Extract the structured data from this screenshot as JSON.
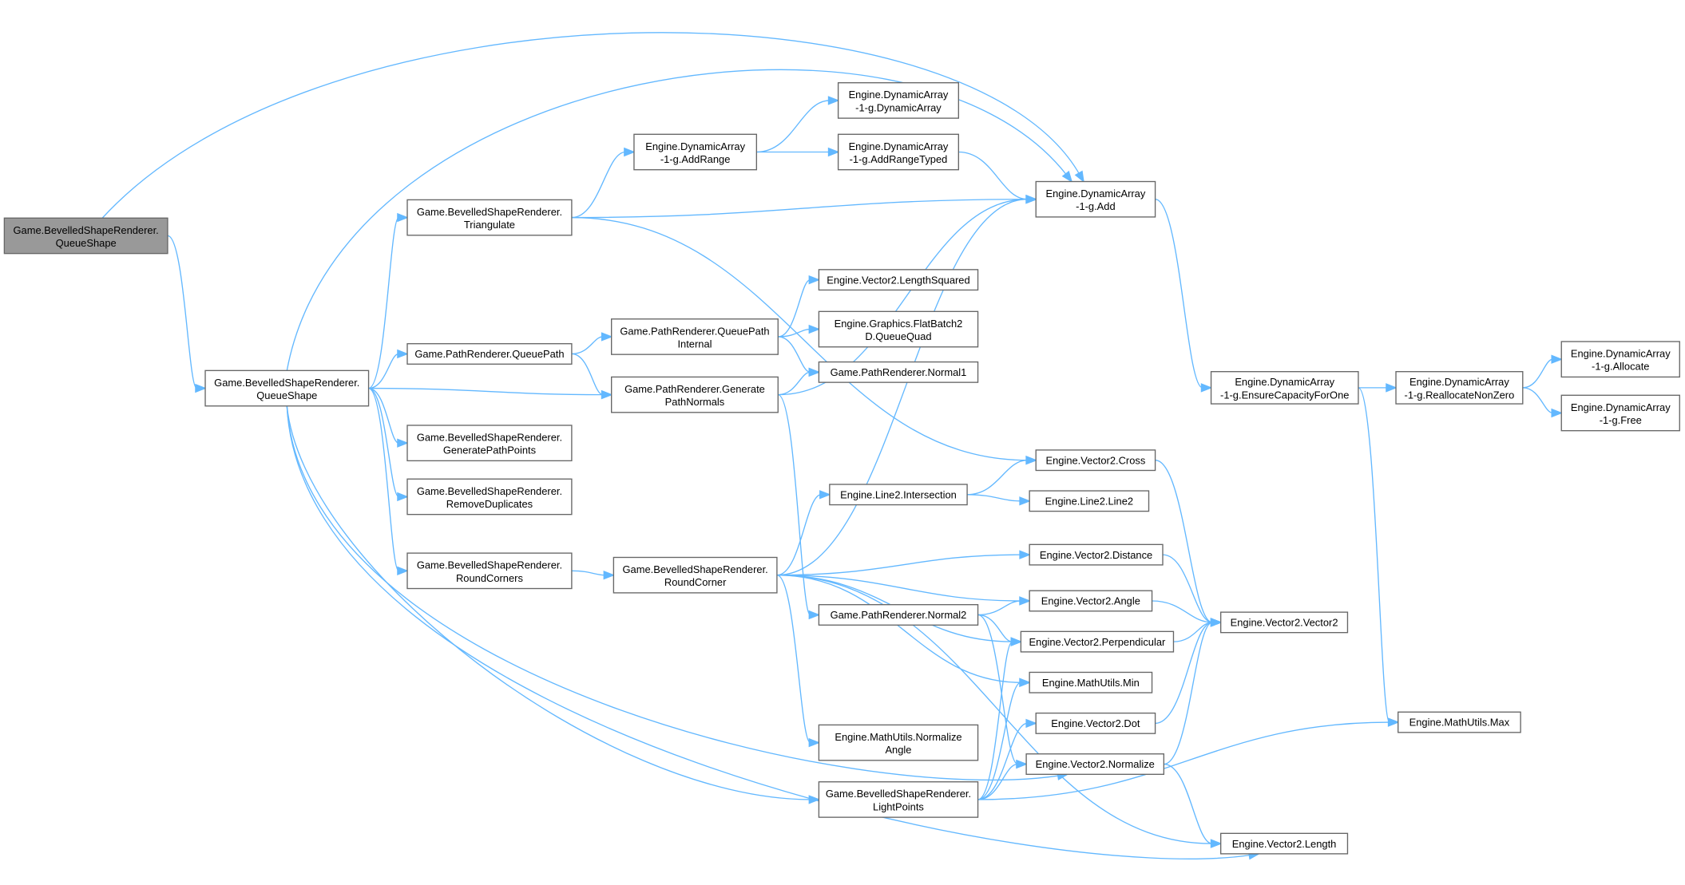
{
  "title": "Call graph of Game.BevelledShapeRenderer.QueueShape",
  "colors": {
    "edge": "#63b8ff",
    "root_fill": "#999999",
    "node_fill": "#ffffff",
    "node_border": "#666666"
  },
  "nodes": [
    {
      "id": "root",
      "lines": [
        "Game.BevelledShapeRenderer.",
        "QueueShape"
      ],
      "root": true
    },
    {
      "id": "qs",
      "lines": [
        "Game.BevelledShapeRenderer.",
        "QueueShape"
      ]
    },
    {
      "id": "triangulate",
      "lines": [
        "Game.BevelledShapeRenderer.",
        "Triangulate"
      ]
    },
    {
      "id": "queuepath",
      "lines": [
        "Game.PathRenderer.QueuePath"
      ]
    },
    {
      "id": "genpathpoints",
      "lines": [
        "Game.BevelledShapeRenderer.",
        "GeneratePathPoints"
      ]
    },
    {
      "id": "removedup",
      "lines": [
        "Game.BevelledShapeRenderer.",
        "RemoveDuplicates"
      ]
    },
    {
      "id": "roundcorners",
      "lines": [
        "Game.BevelledShapeRenderer.",
        "RoundCorners"
      ]
    },
    {
      "id": "addrange",
      "lines": [
        "Engine.DynamicArray",
        "-1-g.AddRange"
      ]
    },
    {
      "id": "qpinternal",
      "lines": [
        "Game.PathRenderer.QueuePath",
        "Internal"
      ]
    },
    {
      "id": "genpathnormals",
      "lines": [
        "Game.PathRenderer.Generate",
        "PathNormals"
      ]
    },
    {
      "id": "roundcorner",
      "lines": [
        "Game.BevelledShapeRenderer.",
        "RoundCorner"
      ]
    },
    {
      "id": "dynarray",
      "lines": [
        "Engine.DynamicArray",
        "-1-g.DynamicArray"
      ]
    },
    {
      "id": "addrangetyped",
      "lines": [
        "Engine.DynamicArray",
        "-1-g.AddRangeTyped"
      ]
    },
    {
      "id": "lengthsq",
      "lines": [
        "Engine.Vector2.LengthSquared"
      ]
    },
    {
      "id": "queuequad",
      "lines": [
        "Engine.Graphics.FlatBatch2",
        "D.QueueQuad"
      ]
    },
    {
      "id": "normal1",
      "lines": [
        "Game.PathRenderer.Normal1"
      ]
    },
    {
      "id": "intersection",
      "lines": [
        "Engine.Line2.Intersection"
      ]
    },
    {
      "id": "normal2",
      "lines": [
        "Game.PathRenderer.Normal2"
      ]
    },
    {
      "id": "normangle",
      "lines": [
        "Engine.MathUtils.Normalize",
        "Angle"
      ]
    },
    {
      "id": "lightpoints",
      "lines": [
        "Game.BevelledShapeRenderer.",
        "LightPoints"
      ]
    },
    {
      "id": "add",
      "lines": [
        "Engine.DynamicArray",
        "-1-g.Add"
      ]
    },
    {
      "id": "cross",
      "lines": [
        "Engine.Vector2.Cross"
      ]
    },
    {
      "id": "line2",
      "lines": [
        "Engine.Line2.Line2"
      ]
    },
    {
      "id": "distance",
      "lines": [
        "Engine.Vector2.Distance"
      ]
    },
    {
      "id": "angle",
      "lines": [
        "Engine.Vector2.Angle"
      ]
    },
    {
      "id": "perp",
      "lines": [
        "Engine.Vector2.Perpendicular"
      ]
    },
    {
      "id": "min",
      "lines": [
        "Engine.MathUtils.Min"
      ]
    },
    {
      "id": "dot",
      "lines": [
        "Engine.Vector2.Dot"
      ]
    },
    {
      "id": "normalize",
      "lines": [
        "Engine.Vector2.Normalize"
      ]
    },
    {
      "id": "vector2",
      "lines": [
        "Engine.Vector2.Vector2"
      ]
    },
    {
      "id": "length",
      "lines": [
        "Engine.Vector2.Length"
      ]
    },
    {
      "id": "ensure",
      "lines": [
        "Engine.DynamicArray",
        "-1-g.EnsureCapacityForOne"
      ]
    },
    {
      "id": "realloc",
      "lines": [
        "Engine.DynamicArray",
        "-1-g.ReallocateNonZero"
      ]
    },
    {
      "id": "allocate",
      "lines": [
        "Engine.DynamicArray",
        "-1-g.Allocate"
      ]
    },
    {
      "id": "free",
      "lines": [
        "Engine.DynamicArray",
        "-1-g.Free"
      ]
    },
    {
      "id": "max",
      "lines": [
        "Engine.MathUtils.Max"
      ]
    }
  ],
  "edges": [
    [
      "root",
      "qs"
    ],
    [
      "root",
      "add"
    ],
    [
      "qs",
      "add"
    ],
    [
      "qs",
      "triangulate"
    ],
    [
      "qs",
      "queuepath"
    ],
    [
      "qs",
      "genpathnormals"
    ],
    [
      "qs",
      "genpathpoints"
    ],
    [
      "qs",
      "removedup"
    ],
    [
      "qs",
      "roundcorners"
    ],
    [
      "qs",
      "lightpoints"
    ],
    [
      "qs",
      "normalize"
    ],
    [
      "qs",
      "length"
    ],
    [
      "triangulate",
      "addrange"
    ],
    [
      "triangulate",
      "add"
    ],
    [
      "triangulate",
      "cross"
    ],
    [
      "addrange",
      "dynarray"
    ],
    [
      "addrange",
      "addrangetyped"
    ],
    [
      "addrangetyped",
      "add"
    ],
    [
      "queuepath",
      "qpinternal"
    ],
    [
      "queuepath",
      "genpathnormals"
    ],
    [
      "qpinternal",
      "lengthsq"
    ],
    [
      "qpinternal",
      "queuequad"
    ],
    [
      "qpinternal",
      "normal1"
    ],
    [
      "genpathnormals",
      "normal1"
    ],
    [
      "genpathnormals",
      "add"
    ],
    [
      "genpathnormals",
      "normal2"
    ],
    [
      "roundcorners",
      "roundcorner"
    ],
    [
      "roundcorner",
      "add"
    ],
    [
      "roundcorner",
      "intersection"
    ],
    [
      "roundcorner",
      "distance"
    ],
    [
      "roundcorner",
      "angle"
    ],
    [
      "roundcorner",
      "perp"
    ],
    [
      "roundcorner",
      "min"
    ],
    [
      "roundcorner",
      "normangle"
    ],
    [
      "roundcorner",
      "length"
    ],
    [
      "intersection",
      "cross"
    ],
    [
      "intersection",
      "line2"
    ],
    [
      "normal2",
      "angle"
    ],
    [
      "normal2",
      "perp"
    ],
    [
      "normal2",
      "normalize"
    ],
    [
      "lightpoints",
      "perp"
    ],
    [
      "lightpoints",
      "min"
    ],
    [
      "lightpoints",
      "dot"
    ],
    [
      "lightpoints",
      "normalize"
    ],
    [
      "lightpoints",
      "max"
    ],
    [
      "add",
      "ensure"
    ],
    [
      "ensure",
      "realloc"
    ],
    [
      "ensure",
      "max"
    ],
    [
      "realloc",
      "allocate"
    ],
    [
      "realloc",
      "free"
    ],
    [
      "cross",
      "vector2"
    ],
    [
      "distance",
      "vector2"
    ],
    [
      "angle",
      "vector2"
    ],
    [
      "perp",
      "vector2"
    ],
    [
      "dot",
      "vector2"
    ],
    [
      "normalize",
      "vector2"
    ],
    [
      "normalize",
      "length"
    ]
  ]
}
